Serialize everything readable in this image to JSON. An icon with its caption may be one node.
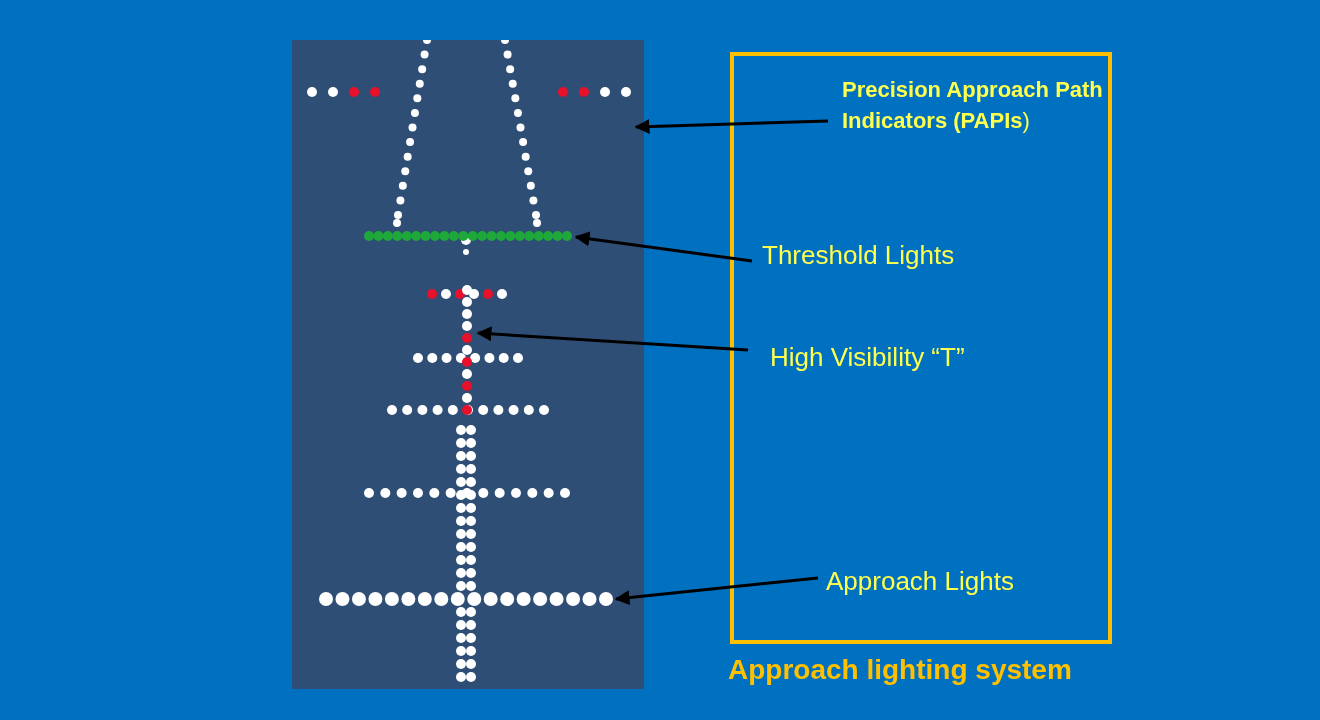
{
  "diagram": {
    "nodes": [
      {
        "text": [],
        "shape": "picture"
      },
      {
        "text": [],
        "shape": "bar",
        "in": 0
      },
      {
        "text": [],
        "shape": "bar",
        "in": 0
      },
      {
        "text": [],
        "shape": "bar",
        "in": 0
      },
      {
        "text": [],
        "shape": "bar",
        "in": 0
      },
      {
        "text": [
          "Approach lighting system"
        ]
      },
      {
        "text": [
          "**Precision Approach Path Indicators (PAPIs**)"
        ],
        "in": 5
      },
      {
        "text": [
          "Threshold Lights"
        ],
        "in": 5
      },
      {
        "text": [
          "High Visibility “T”"
        ],
        "in": 5
      },
      {
        "text": [
          "Approach Lights"
        ],
        "in": 5
      }
    ],
    "edges": [
      {
        "from": 6,
        "to": 1,
        "arrow": "to"
      },
      {
        "from": 7,
        "to": 2,
        "arrow": "to"
      },
      {
        "from": 8,
        "to": 3,
        "arrow": "to"
      },
      {
        "from": 9,
        "to": 4,
        "arrow": "to"
      }
    ]
  }
}
